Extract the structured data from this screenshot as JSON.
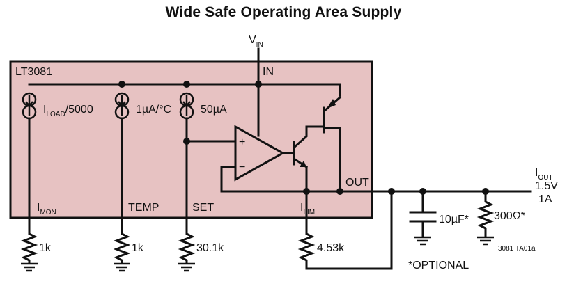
{
  "title": "Wide Safe Operating Area Supply",
  "ic": {
    "name": "LT3081",
    "fill": "#e7c2c2"
  },
  "pins": {
    "in": "IN",
    "out": "OUT",
    "imon": {
      "main": "I",
      "sub": "MON"
    },
    "temp": "TEMP",
    "set": "SET",
    "ilim": {
      "main": "I",
      "sub": "LIM"
    }
  },
  "sources": {
    "iload": {
      "main": "I",
      "sub": "LOAD",
      "suffix": "/5000"
    },
    "temp": "1µA/°C",
    "set": "50µA"
  },
  "supply": {
    "main": "V",
    "sub": "IN"
  },
  "output": {
    "main": "I",
    "sub": "OUT",
    "voltage": "1.5V",
    "current": "1A"
  },
  "components": {
    "r_imon": "1k",
    "r_temp": "1k",
    "r_set": "30.1k",
    "r_ilim": "4.53k",
    "cap": "10µF*",
    "r_load": "300Ω*"
  },
  "amp": {
    "plus": "+",
    "minus": "−"
  },
  "notes": {
    "optional": "*OPTIONAL",
    "code": "3081 TA01a"
  }
}
